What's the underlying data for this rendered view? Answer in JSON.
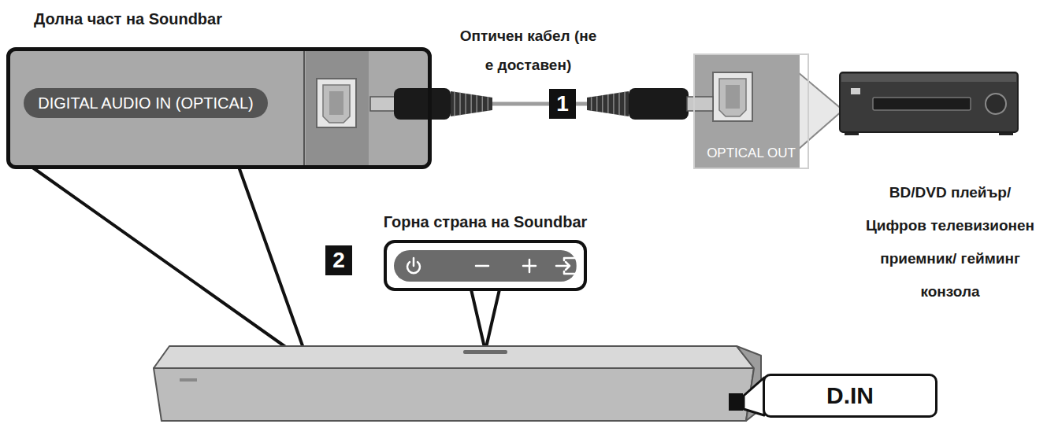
{
  "diagram": {
    "nodes": [
      {
        "text": [
          "Долна част на Soundbar"
        ]
      },
      {
        "text": [
          "DIGITAL AUDIO IN (OPTICAL)"
        ],
        "in": 0
      },
      {
        "text": [
          "OPTICAL OUT"
        ]
      },
      {
        "text": [
          "Горна страна на Soundbar"
        ]
      },
      {
        "text": [
          "D.IN"
        ]
      }
    ],
    "edges": [
      {
        "from": 0,
        "to": 2,
        "arrow": "none",
        "label": "1"
      }
    ],
    "labels": [
      "Оптичен кабел (не е доставен)",
      "BD/DVD плейър/ Цифров телевизионен приемник/ гейминг конзола",
      "2"
    ]
  }
}
